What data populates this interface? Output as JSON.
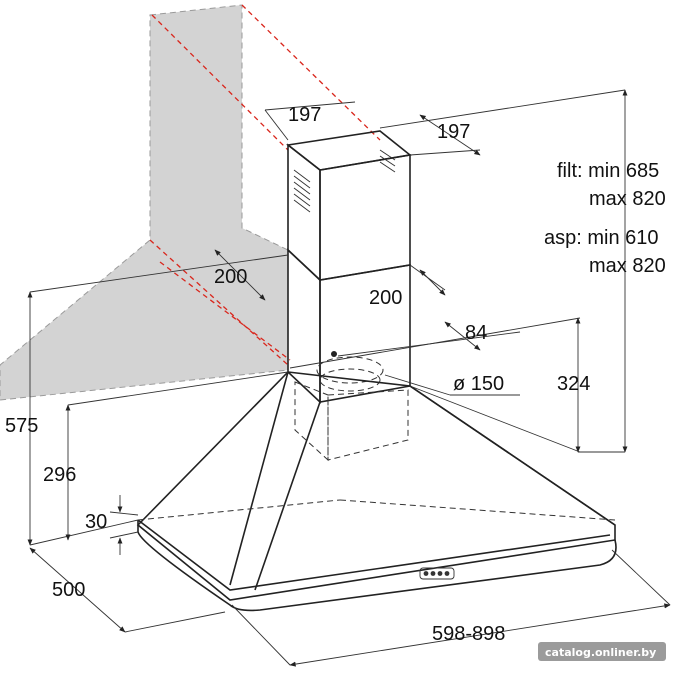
{
  "dimensions": {
    "duct_width_top": "197",
    "duct_depth_top": "197",
    "duct_width_lower": "200",
    "duct_depth_lower": "200",
    "wall_offset": "84",
    "outlet_diameter": "ø 150",
    "chimney_height": "324",
    "overall_height": "575",
    "body_height": "296",
    "rim_height": "30",
    "depth": "500",
    "width": "598-898"
  },
  "height_notes": {
    "filter_line1": "filt: min 685",
    "filter_line2": "max 820",
    "aspiration_line1": "asp: min 610",
    "aspiration_line2": "max 820"
  },
  "watermark": "catalog.onliner.by",
  "colors": {
    "wall_fill": "#d3d3d3",
    "guide_line": "#d9261c",
    "outline": "#222222"
  }
}
